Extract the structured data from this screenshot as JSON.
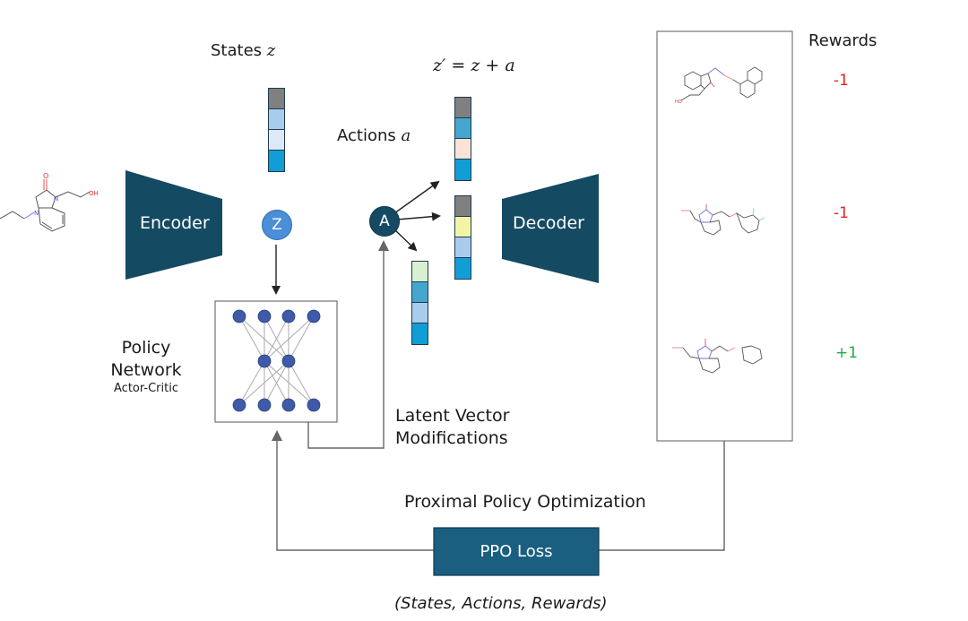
{
  "labels": {
    "states": "States",
    "states_var": "z",
    "actions": "Actions",
    "actions_var": "a",
    "equation": "z′ = z + a",
    "encoder": "Encoder",
    "decoder": "Decoder",
    "z_node": "Z",
    "a_node": "A",
    "policy_network_line1": "Policy",
    "policy_network_line2": "Network",
    "policy_network_sub": "Actor-Critic",
    "latent_line1": "Latent Vector",
    "latent_line2": "Modifications",
    "rewards_title": "Rewards",
    "ppo_title": "Proximal Policy Optimization",
    "ppo_loss": "PPO Loss",
    "ppo_inputs": "(States, Actions, Rewards)"
  },
  "colors": {
    "dark_teal": "#154a63",
    "ppo_box": "#1a5f80",
    "z_node": "#4a8fd8",
    "nn_node": "#3e5aa8",
    "negative": "#e8251f",
    "positive": "#22aa4a"
  },
  "vectors": {
    "state": [
      "#808080",
      "#a9cbec",
      "#dde9f6",
      "#119ed7"
    ],
    "modified_1": [
      "#808080",
      "#45a6d0",
      "#fbe3d8",
      "#119ed7"
    ],
    "modified_2": [
      "#808080",
      "#f2f5a6",
      "#a9cbec",
      "#119ed7"
    ],
    "action": [
      "#d8efd2",
      "#45a6d0",
      "#a9cbec",
      "#119ed7"
    ]
  },
  "rewards": [
    {
      "molecule": "naphthyloxy-ethyl benzimidazolone",
      "value": "-1",
      "sign": "negative"
    },
    {
      "molecule": "difluorophenoxy-ethyl benzimidazolone",
      "value": "-1",
      "sign": "negative"
    },
    {
      "molecule": "phenoxy-ethyl benzimidazolone",
      "value": "+1",
      "sign": "positive"
    }
  ]
}
